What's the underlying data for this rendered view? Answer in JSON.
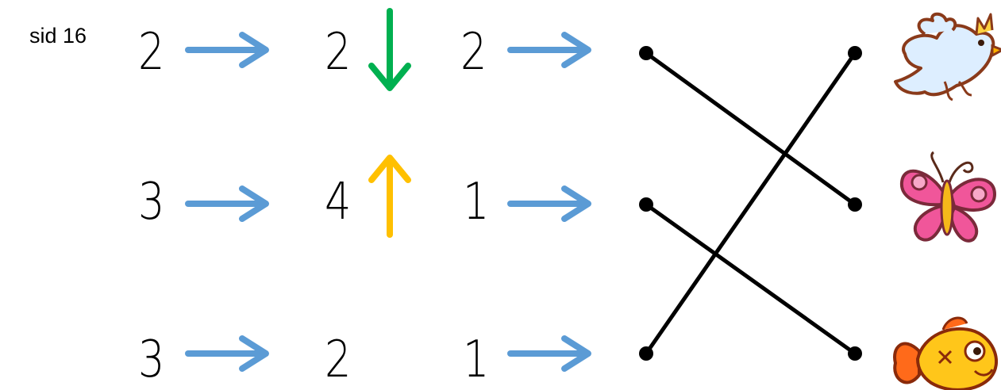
{
  "page_label": "sid 16",
  "rows": [
    {
      "a": "2",
      "b": "2",
      "c": "2",
      "change": "down"
    },
    {
      "a": "3",
      "b": "4",
      "c": "1",
      "change": "up"
    },
    {
      "a": "3",
      "b": "2",
      "c": "1",
      "change": "none"
    }
  ],
  "pictures": [
    "bird-picture",
    "butterfly-picture",
    "fish-picture"
  ],
  "matches": [
    {
      "from_row": 1,
      "to_picture": 2
    },
    {
      "from_row": 2,
      "to_picture": 3
    },
    {
      "from_row": 3,
      "to_picture": 1
    }
  ],
  "colors": {
    "right_arrow": "#5b9bd5",
    "down_arrow": "#00b050",
    "up_arrow": "#ffc000",
    "line": "#000000"
  }
}
